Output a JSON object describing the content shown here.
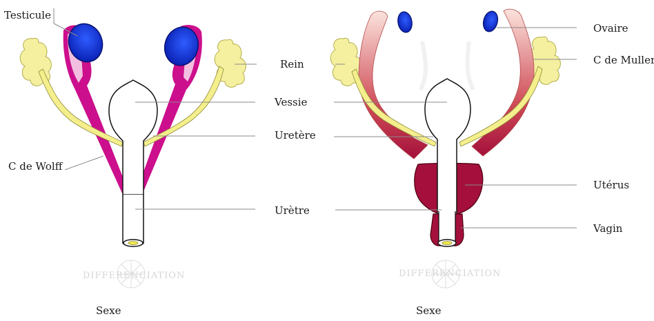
{
  "labels": {
    "testicule": "Testicule",
    "c_de_wolff": "C de Wolff",
    "rein": "Rein",
    "vessie": "Vessie",
    "uretere": "Uretère",
    "uretre": "Urètre",
    "ovaire": "Ovaire",
    "c_de_muller": "C de Muller",
    "uterus": "Utérus",
    "vagin": "Vagin",
    "sexe_left": "Sexe",
    "sexe_right": "Sexe",
    "watermark_left": "DIFFERENCIATION",
    "watermark_right": "DIFFERENCIATION"
  },
  "colors": {
    "kidney": "#f5f0a0",
    "kidney_stroke": "#b3ad4a",
    "wolff_duct": "#f4ef8c",
    "testis": "#1035d8",
    "epididymis": "#cc0f8c",
    "muller_duct": "#e8796e",
    "uterus": "#a4103b",
    "leader_line": "#8a8a8a",
    "outline": "#111111"
  }
}
